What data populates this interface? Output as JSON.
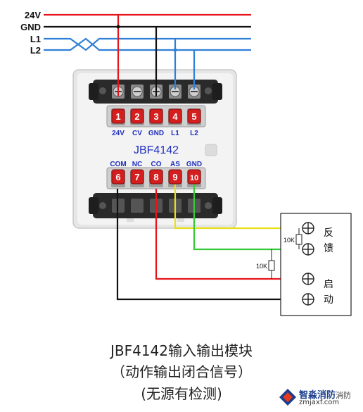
{
  "bus_labels": {
    "v24": "24V",
    "gnd": "GND",
    "l1": "L1",
    "l2": "L2"
  },
  "module": {
    "model": "JBF4142",
    "top_terminals": [
      {
        "number": "1",
        "label": "24V"
      },
      {
        "number": "2",
        "label": "CV"
      },
      {
        "number": "3",
        "label": "GND"
      },
      {
        "number": "4",
        "label": "L1"
      },
      {
        "number": "5",
        "label": "L2"
      }
    ],
    "bottom_terminals": [
      {
        "number": "6",
        "label": "COM"
      },
      {
        "number": "7",
        "label": "NC"
      },
      {
        "number": "8",
        "label": "CO"
      },
      {
        "number": "9",
        "label": "AS"
      },
      {
        "number": "10",
        "label": "GND"
      }
    ]
  },
  "device": {
    "feedback_label": "反\n馈",
    "start_label": "启\n动",
    "resistor_1": "10K",
    "resistor_2": "10K"
  },
  "captions": {
    "line1": "JBF4142输入输出模块",
    "line2": "（动作输出闭合信号）",
    "line3": "(无源有检测)"
  },
  "watermark": {
    "name": "智淼消防",
    "name_tail": "消防",
    "url": "zmjaxf.com"
  },
  "colors": {
    "red_wire": "#e8141b",
    "black_wire": "#111111",
    "blue_wire": "#2f7fd8",
    "yellow_wire": "#e8e015",
    "green_wire": "#37c93a",
    "terminal_red": "#d51f1f",
    "label_blue": "#1f2fbf"
  }
}
